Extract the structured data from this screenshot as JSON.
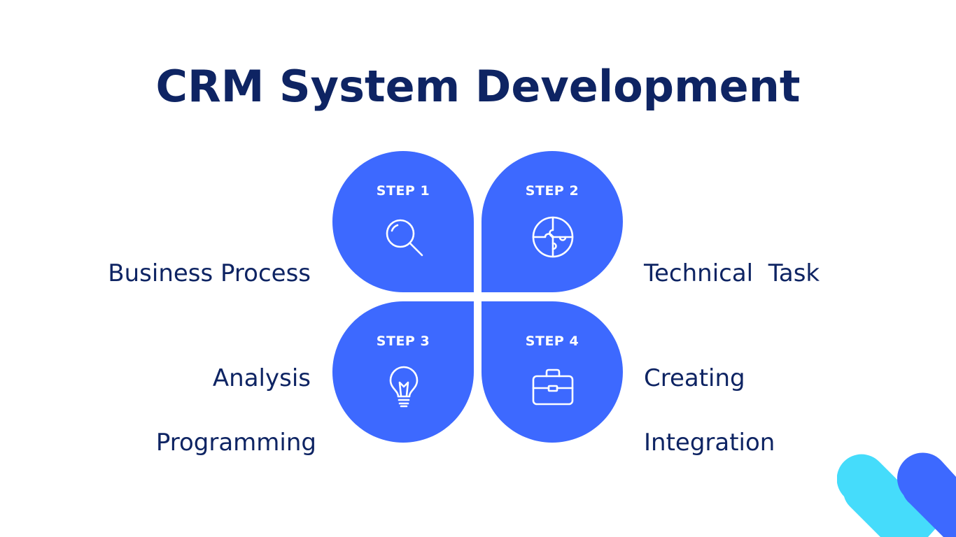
{
  "title": "CRM System Development",
  "steps": [
    {
      "step": "STEP 1",
      "label_line1": "Business Process",
      "label_line2": "Analysis",
      "icon": "magnifier-icon"
    },
    {
      "step": "STEP 2",
      "label_line1": "Technical  Task",
      "label_line2": "Creating",
      "icon": "puzzle-icon"
    },
    {
      "step": "STEP 3",
      "label_line1": "Programming",
      "icon": "lightbulb-icon"
    },
    {
      "step": "STEP 4",
      "label_line1": "Integration",
      "icon": "briefcase-icon"
    }
  ],
  "colors": {
    "petal": "#3d69ff",
    "title": "#0e2463",
    "deco_light": "#45dcfb",
    "deco_dark": "#3d69ff"
  }
}
